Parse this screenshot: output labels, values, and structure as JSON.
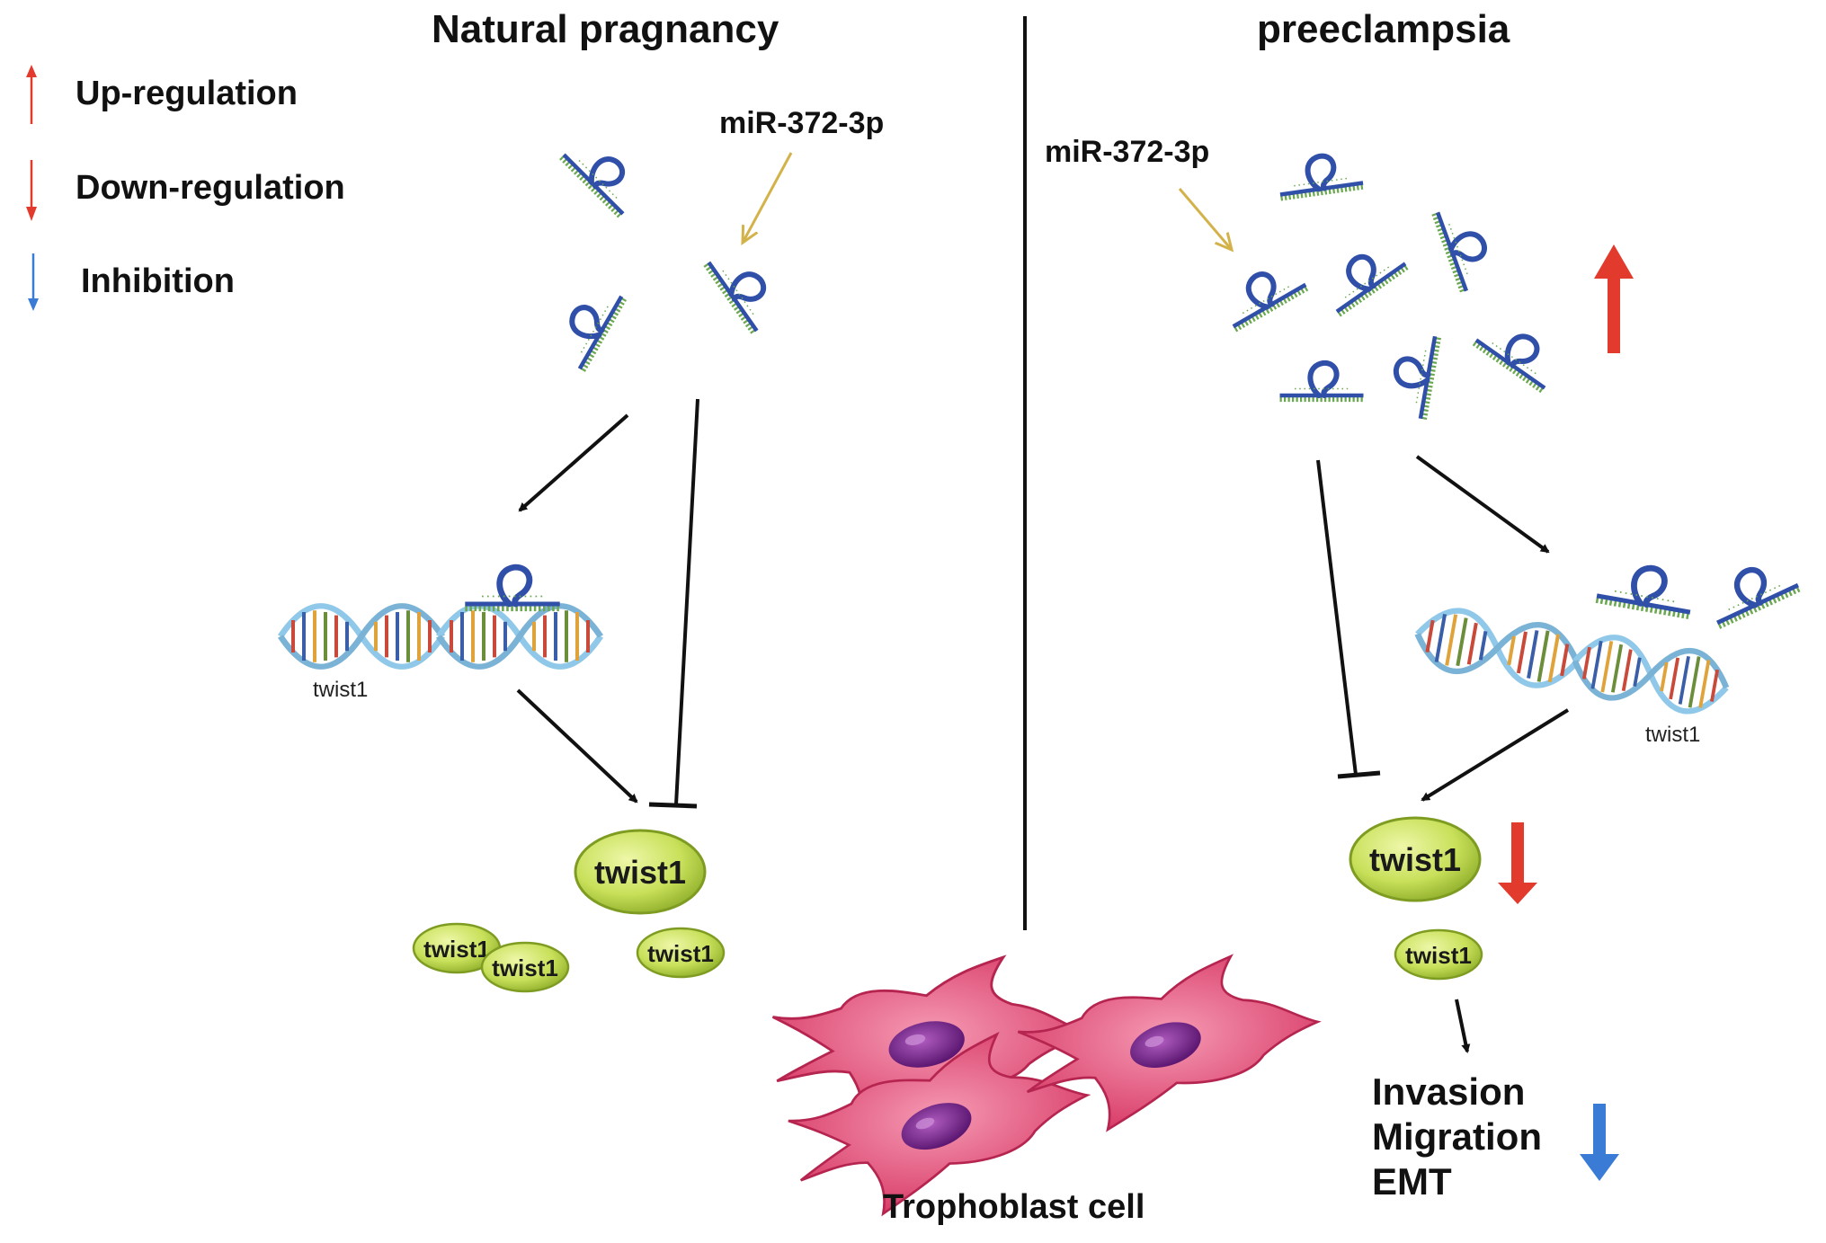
{
  "panels": {
    "left": {
      "title": "Natural pragnancy"
    },
    "right": {
      "title": "preeclampsia"
    }
  },
  "legend": [
    {
      "label": "Up-regulation",
      "arrow": "up",
      "color": "#e23b2e"
    },
    {
      "label": "Down-regulation",
      "arrow": "down",
      "color": "#e23b2e"
    },
    {
      "label": "Inhibition",
      "arrow": "down",
      "color": "#3a7bd5"
    }
  ],
  "mirna_label": "miR-372-3p",
  "gene_label": "twist1",
  "protein_label": "twist1",
  "outcomes": [
    "Invasion",
    "Migration",
    "EMT"
  ],
  "cell_label": "Trophoblast cell",
  "colors": {
    "mirna_loop": "#2f4fa8",
    "mirna_stem": "#6aa84f",
    "protein_fill": "#c8e05a",
    "cell_fill": "#e8557a",
    "nucleus_fill": "#7b2a8c",
    "up_arrow": "#e23b2e",
    "down_arrow_red": "#e23b2e",
    "down_arrow_blue": "#3a7bd5",
    "mir_pointer": "#d4b24a"
  },
  "icons": [
    "mirna-hairpin-icon",
    "dna-helix-icon",
    "protein-oval-icon",
    "trophoblast-cell-icon"
  ]
}
